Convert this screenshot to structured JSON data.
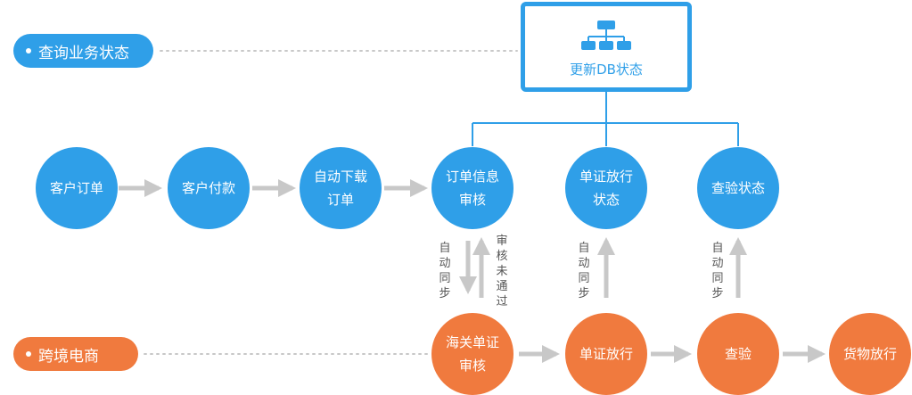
{
  "labels": {
    "query_status": "查询业务状态",
    "cross_border": "跨境电商",
    "db_update": "更新DB状态"
  },
  "top_row": {
    "customer_order": "客户订单",
    "customer_pay": "客户付款",
    "auto_download_line1": "自动下载",
    "auto_download_line2": "订单",
    "order_review_line1": "订单信息",
    "order_review_line2": "审核",
    "release_status_line1": "单证放行",
    "release_status_line2": "状态",
    "inspection_status": "查验状态"
  },
  "bottom_row": {
    "customs_review_line1": "海关单证",
    "customs_review_line2": "审核",
    "doc_release": "单证放行",
    "inspection": "查验",
    "goods_release": "货物放行"
  },
  "annotations": {
    "auto_sync": "自动同步",
    "review_failed": "审核未通过"
  },
  "colors": {
    "blue": "#2f9fe8",
    "orange": "#f07a3e",
    "arrow_gray": "#c8c8c8",
    "dotted_gray": "#c8c8c8"
  },
  "icons": {
    "db": "org-chart-icon"
  }
}
